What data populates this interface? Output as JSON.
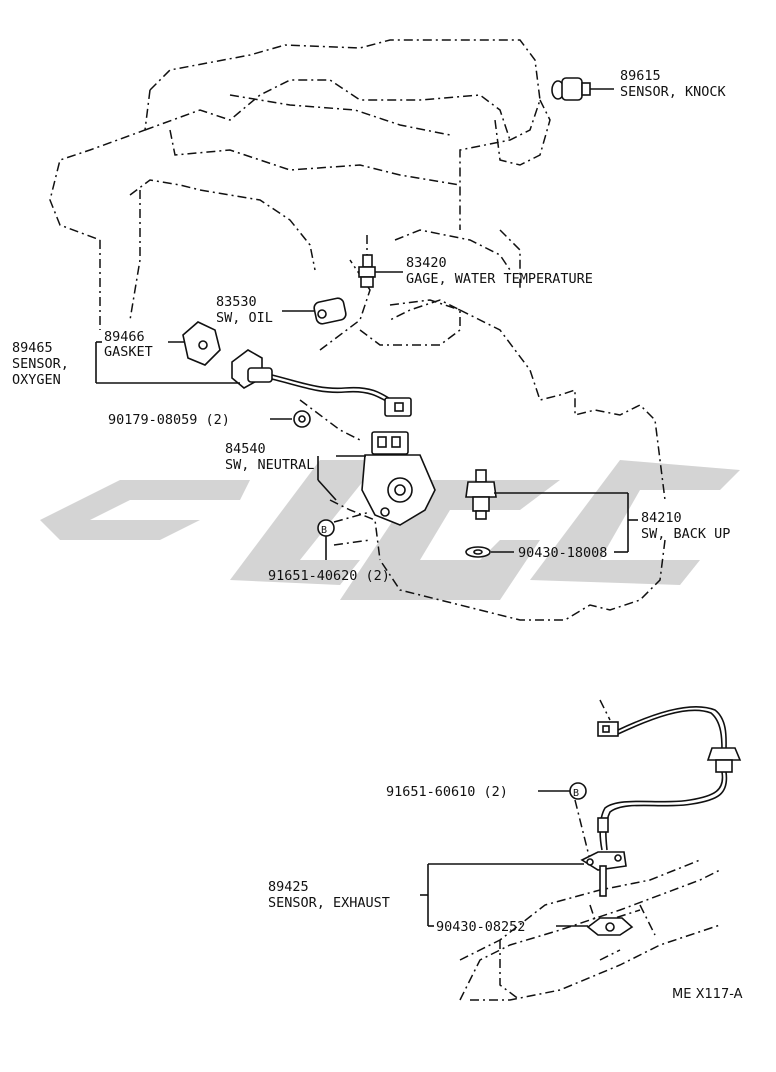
{
  "parts": {
    "knock_sensor": {
      "number": "89615",
      "name": "SENSOR, KNOCK"
    },
    "water_temp_gage": {
      "number": "83420",
      "name": "GAGE, WATER TEMPERATURE"
    },
    "oil_switch": {
      "number": "83530",
      "name": "SW, OIL"
    },
    "oxygen_sensor": {
      "number": "89465",
      "name_line1": "SENSOR,",
      "name_line2": "OXYGEN"
    },
    "gasket": {
      "number": "89466",
      "name": "GASKET"
    },
    "nut_oxygen": {
      "label": "90179-08059 (2)"
    },
    "neutral_switch": {
      "number": "84540",
      "name": "SW, NEUTRAL"
    },
    "backup_switch": {
      "number": "84210",
      "name": "SW, BACK UP"
    },
    "backup_gasket": {
      "label": "90430-18008"
    },
    "neutral_bolt": {
      "label": "91651-40620 (2)"
    },
    "exhaust_bolt": {
      "label": "91651-60610 (2)"
    },
    "exhaust_sensor": {
      "number": "89425",
      "name": "SENSOR, EXHAUST"
    },
    "exhaust_gasket": {
      "label": "90430-08252"
    }
  },
  "bolt_marker": "B",
  "diagram_code": "ME X117-A",
  "colors": {
    "line": "#111111",
    "watermark": "#c8c8c8",
    "background": "#ffffff"
  }
}
